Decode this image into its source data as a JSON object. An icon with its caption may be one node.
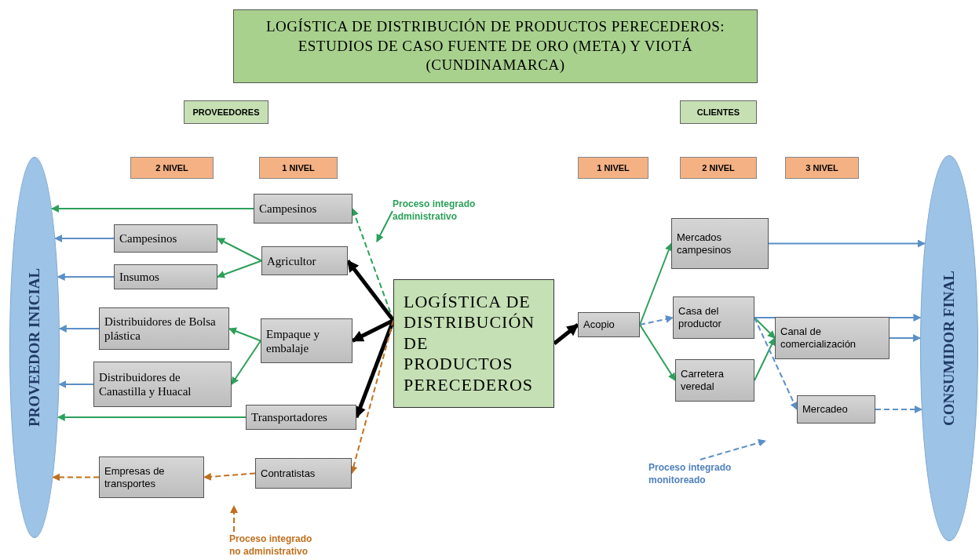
{
  "diagram": {
    "title": "LOGÍSTICA DE DISTRIBUCIÓN DE PRODUCTOS PERECEDEROS: ESTUDIOS DE CASO FUENTE DE ORO (META) Y VIOTÁ (CUNDINAMARCA)",
    "nodes": [
      {
        "text": [
          "PROVEEDORES"
        ]
      },
      {
        "text": [
          "CLIENTES"
        ]
      },
      {
        "text": [
          "2 NIVEL"
        ]
      },
      {
        "text": [
          "1 NIVEL"
        ]
      },
      {
        "text": [
          "1 NIVEL"
        ]
      },
      {
        "text": [
          "2 NIVEL"
        ]
      },
      {
        "text": [
          "3 NIVEL"
        ]
      },
      {
        "text": [
          "PROVEEDOR INICIAL"
        ]
      },
      {
        "text": [
          "Campesinos"
        ]
      },
      {
        "text": [
          "Campesinos"
        ]
      },
      {
        "text": [
          "Agricultor"
        ]
      },
      {
        "text": [
          "Insumos"
        ]
      },
      {
        "text": [
          "Distribuidores de Bolsa plástica"
        ]
      },
      {
        "text": [
          "Empaque y embalaje"
        ]
      },
      {
        "text": [
          "Distribuidores de Canastilla y Huacal"
        ]
      },
      {
        "text": [
          "Transportadores"
        ]
      },
      {
        "text": [
          "Empresas de transportes"
        ]
      },
      {
        "text": [
          "Contratistas"
        ]
      },
      {
        "text": [
          "LOGÍSTICA DE DISTRIBUCIÓN DE PRODUCTOS PERECEDEROS"
        ]
      },
      {
        "text": [
          "Acopio"
        ]
      },
      {
        "text": [
          "Mercados campesinos"
        ]
      },
      {
        "text": [
          "Casa del productor"
        ]
      },
      {
        "text": [
          "Canal de comercialización"
        ]
      },
      {
        "text": [
          "Carretera veredal"
        ]
      },
      {
        "text": [
          "Mercadeo"
        ]
      },
      {
        "text": [
          "CONSUMIDOR FINAL"
        ]
      },
      {
        "text": [
          "Proceso integrado administrativo"
        ]
      },
      {
        "text": [
          "Proceso integrado no administrativo"
        ]
      },
      {
        "text": [
          "Proceso integrado monitoreado"
        ]
      }
    ],
    "edges": [
      {
        "from": 8,
        "to": 7,
        "arrow": "to"
      },
      {
        "from": 9,
        "to": 7,
        "arrow": "to",
        "color": "#5b8fc7"
      },
      {
        "from": 11,
        "to": 7,
        "arrow": "to",
        "color": "#5b8fc7"
      },
      {
        "from": 12,
        "to": 7,
        "arrow": "to",
        "color": "#5b8fc7"
      },
      {
        "from": 14,
        "to": 7,
        "arrow": "to",
        "color": "#5b8fc7"
      },
      {
        "from": 15,
        "to": 7,
        "arrow": "to"
      },
      {
        "from": 16,
        "to": 7,
        "arrow": "to",
        "style": "dashed",
        "color": "#c0701e"
      },
      {
        "from": 17,
        "to": 16,
        "arrow": "to",
        "style": "dashed",
        "color": "#c0701e"
      },
      {
        "from": 10,
        "to": 9,
        "arrow": "to"
      },
      {
        "from": 10,
        "to": 11,
        "arrow": "to"
      },
      {
        "from": 13,
        "to": 12,
        "arrow": "to"
      },
      {
        "from": 13,
        "to": 14,
        "arrow": "to"
      },
      {
        "from": 18,
        "to": 8,
        "arrow": "to",
        "style": "dashed"
      },
      {
        "from": 18,
        "to": 10,
        "arrow": "to",
        "style": "thick",
        "color": "#000000"
      },
      {
        "from": 18,
        "to": 13,
        "arrow": "to",
        "style": "thick",
        "color": "#000000"
      },
      {
        "from": 18,
        "to": 15,
        "arrow": "to",
        "style": "thick",
        "color": "#000000"
      },
      {
        "from": 18,
        "to": 17,
        "arrow": "to",
        "style": "dashed",
        "color": "#c0701e"
      },
      {
        "from": 26,
        "to": null,
        "arrow": "to"
      },
      {
        "from": 27,
        "to": null,
        "arrow": "to",
        "style": "dashed",
        "color": "#c0701e"
      },
      {
        "from": 18,
        "to": 19,
        "arrow": "to",
        "style": "thick",
        "color": "#000000"
      },
      {
        "from": 19,
        "to": 20,
        "arrow": "to"
      },
      {
        "from": 19,
        "to": 21,
        "arrow": "to",
        "style": "dashed",
        "color": "#5b8fc7"
      },
      {
        "from": 19,
        "to": 23,
        "arrow": "to"
      },
      {
        "from": 21,
        "to": 22,
        "arrow": "to"
      },
      {
        "from": 23,
        "to": 22,
        "arrow": "to"
      },
      {
        "from": 21,
        "to": 24,
        "arrow": "to",
        "style": "dashed",
        "color": "#5b8fc7"
      },
      {
        "from": 28,
        "to": null,
        "arrow": "to",
        "style": "dashed",
        "color": "#5b8fc7"
      },
      {
        "from": 20,
        "to": 25,
        "arrow": "to",
        "color": "#5b8fc7"
      },
      {
        "from": 21,
        "to": 25,
        "arrow": "to",
        "color": "#5b8fc7"
      },
      {
        "from": 22,
        "to": 25,
        "arrow": "to",
        "color": "#5b8fc7"
      },
      {
        "from": 24,
        "to": 25,
        "arrow": "to",
        "style": "dashed",
        "color": "#5b8fc7"
      }
    ]
  }
}
